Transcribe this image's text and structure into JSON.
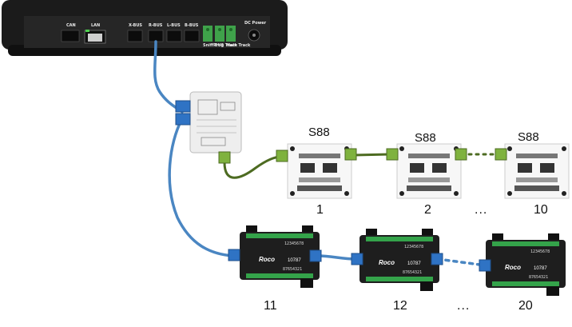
{
  "central": {
    "ports": [
      "CAN",
      "LAN",
      "X-BUS",
      "R-BUS",
      "L-BUS",
      "B-BUS"
    ],
    "terminals": [
      "Sniff BUS",
      "Prog Track",
      "Main Track"
    ],
    "power": "DC Power"
  },
  "s88_modules": [
    {
      "title": "S88",
      "number": "1"
    },
    {
      "title": "S88",
      "number": "2"
    },
    {
      "title": "S88",
      "number": "10"
    }
  ],
  "s88_ellipsis": "...",
  "roco_modules": [
    {
      "brand": "Roco",
      "model": "10787",
      "digits_top": "12345678",
      "digits_bottom": "87654321",
      "number": "11"
    },
    {
      "brand": "Roco",
      "model": "10787",
      "digits_top": "12345678",
      "digits_bottom": "87654321",
      "number": "12"
    },
    {
      "brand": "Roco",
      "model": "10787",
      "digits_top": "12345678",
      "digits_bottom": "87654321",
      "number": "20"
    }
  ],
  "roco_ellipsis": "...",
  "colors": {
    "bus_cable": "#4a86c2",
    "s88_cable": "#4d6b21",
    "connector_blue": "#2f73c4",
    "connector_green": "#7fb23e",
    "device_body": "#1e1e1e"
  }
}
